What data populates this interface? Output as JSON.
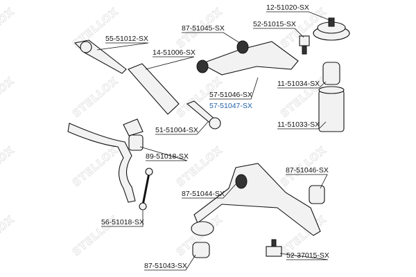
{
  "watermark": "STELLOX",
  "accent_color": "#2060a8",
  "parts": [
    {
      "id": "p1",
      "label": "12-51020-SX"
    },
    {
      "id": "p2",
      "label": "87-51045-SX"
    },
    {
      "id": "p3",
      "label": "52-51015-SX"
    },
    {
      "id": "p4",
      "label": "55-51012-SX"
    },
    {
      "id": "p5",
      "label": "14-51006-SX"
    },
    {
      "id": "p6",
      "label": "11-51034-SX"
    },
    {
      "id": "p7",
      "label": "57-51046-SX"
    },
    {
      "id": "p8",
      "label": "57-51047-SX",
      "highlight": true
    },
    {
      "id": "p9",
      "label": "11-51033-SX"
    },
    {
      "id": "p10",
      "label": "51-51004-SX"
    },
    {
      "id": "p11",
      "label": "89-51018-SX"
    },
    {
      "id": "p12",
      "label": "87-51046-SX"
    },
    {
      "id": "p13",
      "label": "87-51044-SX"
    },
    {
      "id": "p14",
      "label": "56-51018-SX"
    },
    {
      "id": "p15",
      "label": "87-51043-SX"
    },
    {
      "id": "p16",
      "label": "52-37015-SX"
    }
  ]
}
